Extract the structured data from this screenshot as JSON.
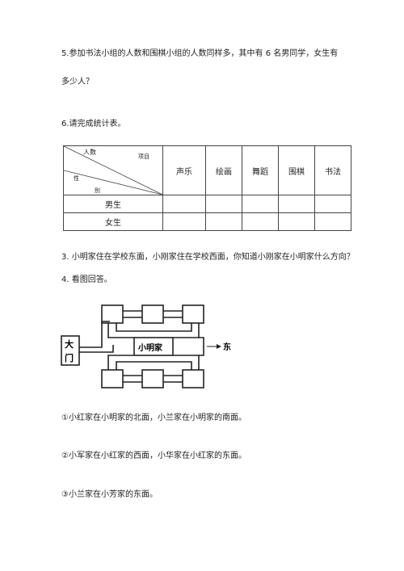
{
  "questions": {
    "q5_line1": "5.参加书法小组的人数和围棋小组的人数同样多，其中有 6 名男同学，女生有",
    "q5_line2": "多少人？",
    "q6_title": "6.请完成统计表。",
    "q3_text": "3. 小明家住在学校东面，小刚家住在学校西面，你知道小刚家在小明家什么方向？",
    "q4_title": "4. 看图回答。",
    "sub1": "①小红家在小明家的北面，小兰家在小明家的南面。",
    "sub2": "②小军家在小红家的西面，小华家在小红家的东面。",
    "sub3": "③小兰家在小芳家的东面。"
  },
  "table": {
    "header_top_left": "人数",
    "header_top_right": "项目",
    "header_mid": "性",
    "header_bottom": "别",
    "columns": [
      "声乐",
      "绘画",
      "舞蹈",
      "围棋",
      "书法"
    ],
    "rows": [
      {
        "label": "男生",
        "cells": [
          "",
          "",
          "",
          "",
          ""
        ]
      },
      {
        "label": "女生",
        "cells": [
          "",
          "",
          "",
          "",
          ""
        ]
      }
    ]
  },
  "map": {
    "gate_label_1": "大",
    "gate_label_2": "门",
    "center_label": "小明家",
    "direction_label": "东"
  }
}
